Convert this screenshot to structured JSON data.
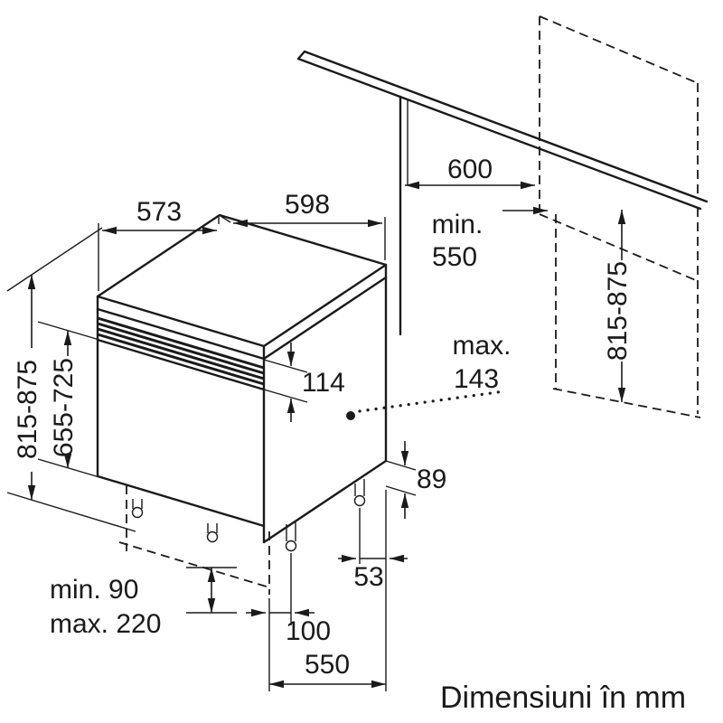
{
  "caption": "Dimensiuni în mm",
  "dims": {
    "top_depth": "573",
    "top_width": "598",
    "cabinet_depth": "600",
    "niche_min_label": "min.",
    "niche_min_value": "550",
    "height_range_left": "815-875",
    "door_height_range": "655-725",
    "panel_height": "114",
    "top_offset_label": "max.",
    "top_offset_value": "143",
    "niche_height_range": "815-875",
    "base_rear_height": "89",
    "foot_inset": "53",
    "plinth_min": "min. 90",
    "plinth_max": "max. 220",
    "toe_kick_depth": "100",
    "base_depth": "550"
  }
}
